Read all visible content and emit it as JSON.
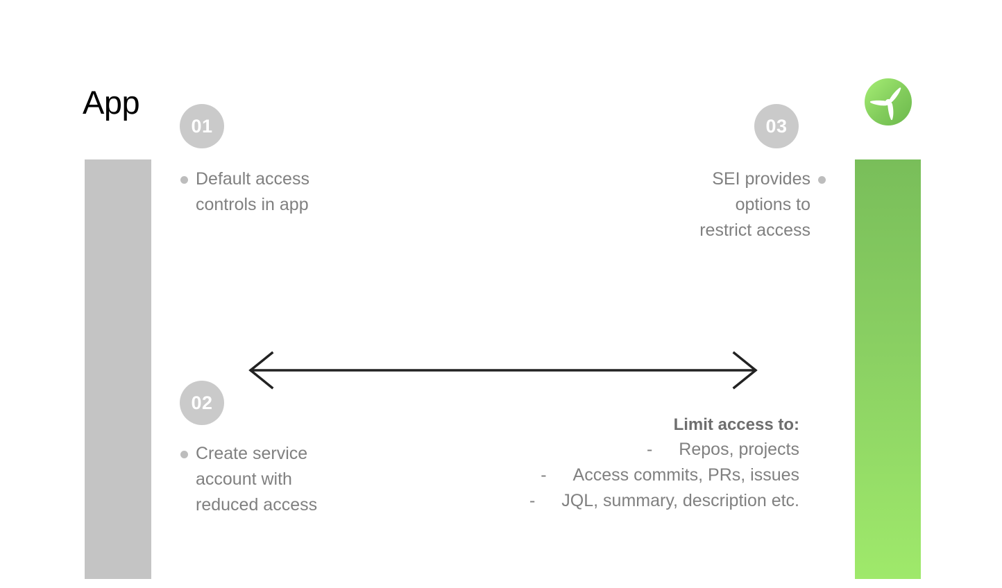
{
  "title": "App",
  "brand": {
    "logo_icon": "propeller-logo-icon",
    "green_dark": "#79be5a",
    "green_mid": "#8bd163",
    "green_light": "#9fe96b",
    "gray_bar": "#c4c4c4",
    "badge_gray": "#cacaca",
    "text_gray": "#808080",
    "arrow_color": "#222222"
  },
  "steps": [
    {
      "number": "01",
      "bullet_icon": "bullet-dot-icon",
      "text": "Default access\ncontrols in app"
    },
    {
      "number": "02",
      "bullet_icon": "bullet-dot-icon",
      "text": "Create service\naccount with\nreduced access"
    },
    {
      "number": "03",
      "bullet_icon": "bullet-dot-icon",
      "text": "SEI provides\noptions to\nrestrict access"
    }
  ],
  "arrow": {
    "icon": "double-headed-arrow-icon"
  },
  "limit": {
    "title": "Limit access to:",
    "dash": "-",
    "items": [
      "Repos, projects",
      "Access commits, PRs, issues",
      "JQL, summary, description etc."
    ]
  }
}
